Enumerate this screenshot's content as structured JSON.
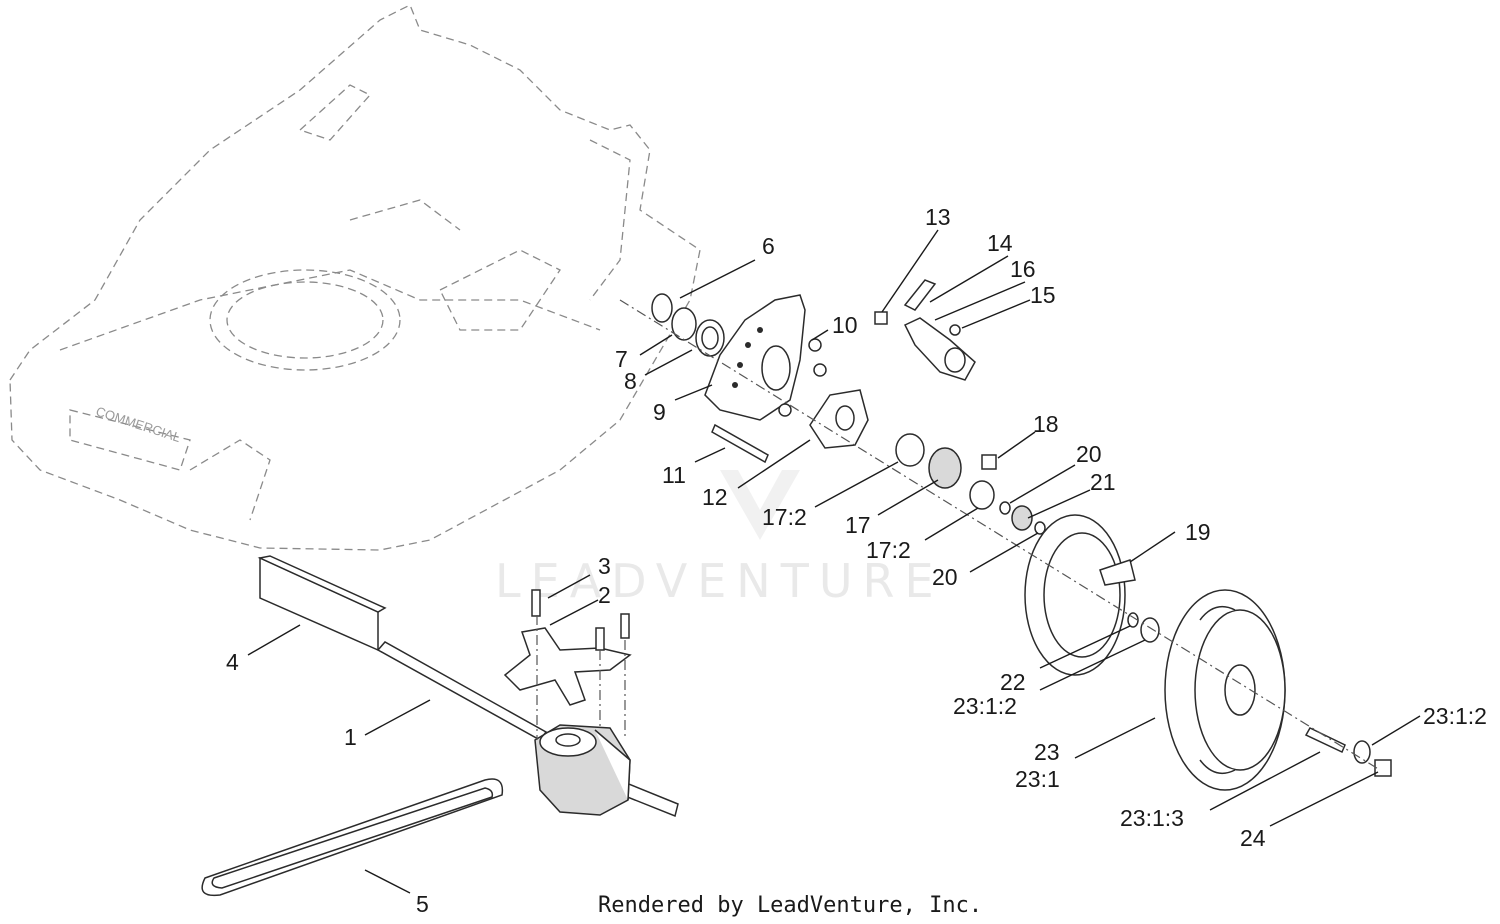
{
  "diagram": {
    "watermark_text": "LEADVENTURE",
    "footer_text": "Rendered by LeadVenture, Inc.",
    "deck_brand_text": "COMMERCIAL",
    "callouts": {
      "c1": "1",
      "c2": "2",
      "c3": "3",
      "c4": "4",
      "c5": "5",
      "c6": "6",
      "c7": "7",
      "c8": "8",
      "c9": "9",
      "c10": "10",
      "c11": "11",
      "c12": "12",
      "c13": "13",
      "c14": "14",
      "c15": "15",
      "c16": "16",
      "c17": "17",
      "c17_2a": "17:2",
      "c17_2b": "17:2",
      "c18": "18",
      "c19": "19",
      "c20a": "20",
      "c20b": "20",
      "c21": "21",
      "c22": "22",
      "c23": "23",
      "c23_1": "23:1",
      "c23_1_2a": "23:1:2",
      "c23_1_2b": "23:1:2",
      "c23_1_3": "23:1:3",
      "c24": "24"
    }
  }
}
